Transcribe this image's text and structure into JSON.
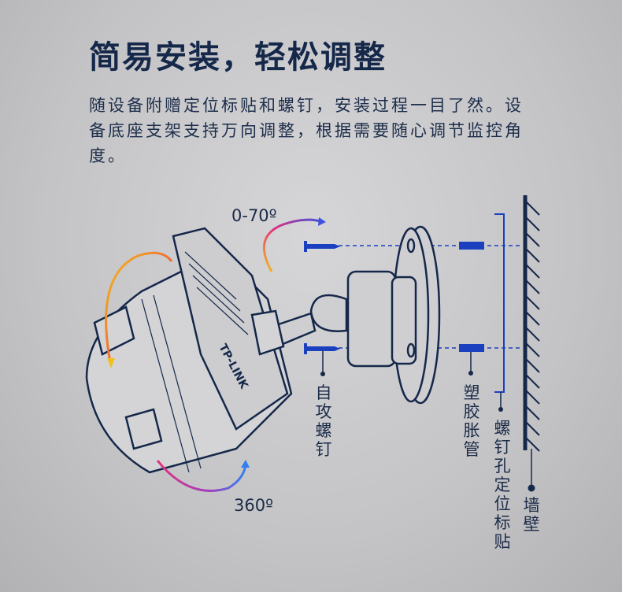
{
  "title": "简易安装，轻松调整",
  "description": "随设备附赠定位标贴和螺钉，安装过程一目了然。设备底座支架支持万向调整，根据需要随心调节监控角度。",
  "diagram": {
    "brand_logo": "TP-LINK",
    "tilt_angle": "0-70º",
    "pan_angle": "360º",
    "labels": {
      "screw": "自攻螺钉",
      "anchor": "塑胶胀管",
      "sticker": "螺钉孔定位标贴",
      "wall": "墙壁"
    },
    "colors": {
      "line": "#15284a",
      "accent": "#1a3fbf"
    }
  }
}
